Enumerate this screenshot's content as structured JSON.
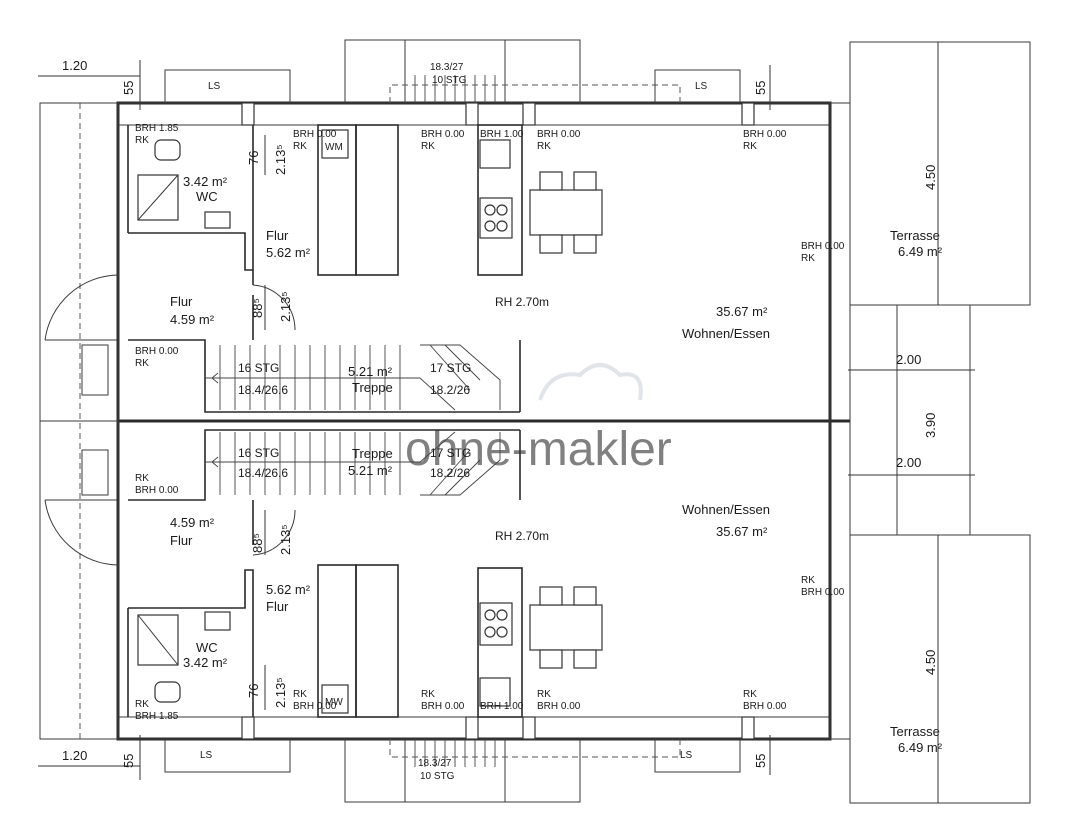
{
  "watermark": "ohne-makler",
  "top_unit": {
    "rooms": {
      "wc": {
        "area": "3.42 m²",
        "name": "WC"
      },
      "flur_upper": {
        "name": "Flur",
        "area": "5.62 m²"
      },
      "flur_lower": {
        "name": "Flur",
        "area": "4.59 m²"
      },
      "treppe": {
        "area": "5.21 m²",
        "name": "Treppe"
      },
      "wohnen": {
        "area": "35.67 m²",
        "name": "Wohnen/Essen"
      },
      "terrasse": {
        "name": "Terrasse",
        "area": "6.49 m²"
      }
    },
    "rh": "RH 2.70m",
    "stair_left": {
      "steps": "16 STG",
      "size": "18.4/26.6"
    },
    "stair_right": {
      "steps": "17 STG",
      "size": "18.2/26"
    },
    "stair_outside": {
      "size": "18.3/27",
      "steps": "10 STG"
    },
    "ls": "LS",
    "brh": {
      "wc": "BRH 1.85",
      "b000": "BRH 0.00",
      "b100": "BRH 1.00",
      "rk": "RK"
    },
    "wm_label": "WM",
    "dims": {
      "d120": "1.20",
      "d55": "55",
      "d76": "76",
      "d213": "2.13⁵",
      "d88": "88⁵",
      "d450": "4.50",
      "d200": "2.00"
    }
  },
  "bottom_unit": {
    "rooms": {
      "wc": {
        "area": "3.42 m²",
        "name": "WC"
      },
      "flur_upper": {
        "name": "Flur",
        "area": "5.62 m²"
      },
      "flur_lower": {
        "name": "Flur",
        "area": "4.59 m²"
      },
      "treppe": {
        "area": "5.21 m²",
        "name": "Treppe"
      },
      "wohnen": {
        "area": "35.67 m²",
        "name": "Wohnen/Essen"
      },
      "terrasse": {
        "name": "Terrasse",
        "area": "6.49 m²"
      }
    },
    "rh": "RH 2.70m",
    "stair_left": {
      "steps": "16 STG",
      "size": "18.4/26.6"
    },
    "stair_right": {
      "steps": "17 STG",
      "size": "18.2/26"
    },
    "stair_outside": {
      "size": "18.3/27",
      "steps": "10 STG"
    },
    "ls": "LS",
    "brh": {
      "wc": "BRH 1.85",
      "b000": "BRH 0.00",
      "b100": "BRH 1.00",
      "rk": "RK"
    },
    "wm_label": "MW",
    "dims": {
      "d120": "1.20",
      "d55": "55",
      "d76": "76",
      "d213": "2.13⁵",
      "d88": "88⁵",
      "d450": "4.50",
      "d200": "2.00"
    }
  },
  "shared_dims": {
    "d390": "3.90"
  }
}
